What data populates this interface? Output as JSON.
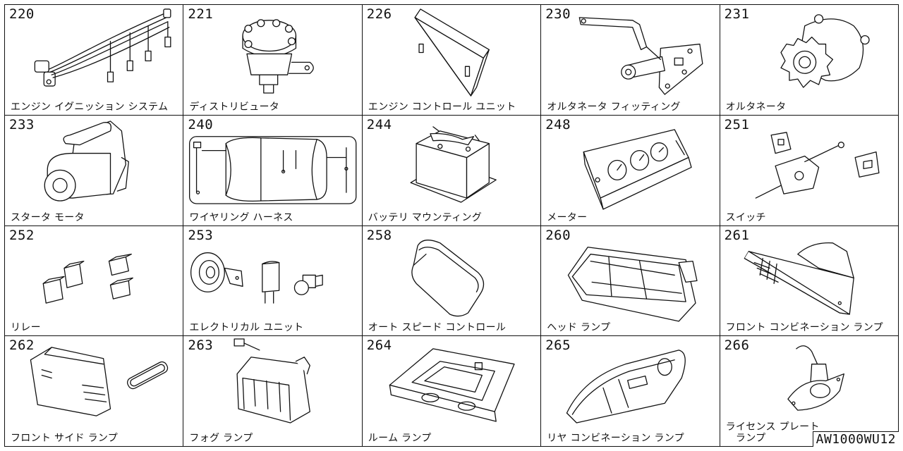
{
  "sheet_code": "AW1000WU12",
  "cells": [
    {
      "code": "220",
      "name": "エンジン イグニッション システム",
      "icon": "ignition-system-icon"
    },
    {
      "code": "221",
      "name": "ディストリビュータ",
      "icon": "distributor-icon"
    },
    {
      "code": "226",
      "name": "エンジン コントロール ユニット",
      "icon": "engine-control-unit-icon"
    },
    {
      "code": "230",
      "name": "オルタネータ フィッティング",
      "icon": "alternator-bracket-icon"
    },
    {
      "code": "231",
      "name": "オルタネータ",
      "icon": "alternator-icon"
    },
    {
      "code": "233",
      "name": "スタータ モータ",
      "icon": "starter-motor-icon"
    },
    {
      "code": "240",
      "name": "ワイヤリング ハーネス",
      "icon": "wiring-harness-icon"
    },
    {
      "code": "244",
      "name": "バッテリ マウンティング",
      "icon": "battery-icon"
    },
    {
      "code": "248",
      "name": "メーター",
      "icon": "meter-cluster-icon"
    },
    {
      "code": "251",
      "name": "スイッチ",
      "icon": "switch-icon"
    },
    {
      "code": "252",
      "name": "リレー",
      "icon": "relay-icon"
    },
    {
      "code": "253",
      "name": "エレクトリカル ユニット",
      "icon": "horn-unit-icon"
    },
    {
      "code": "258",
      "name": "オート スピード コントロール",
      "icon": "speed-control-unit-icon"
    },
    {
      "code": "260",
      "name": "ヘッド ランプ",
      "icon": "head-lamp-icon"
    },
    {
      "code": "261",
      "name": "フロント コンビネーション ランプ",
      "icon": "front-combination-lamp-icon"
    },
    {
      "code": "262",
      "name": "フロント サイド ランプ",
      "icon": "front-side-lamp-icon"
    },
    {
      "code": "263",
      "name": "フォグ ランプ",
      "icon": "fog-lamp-icon"
    },
    {
      "code": "264",
      "name": "ルーム ランプ",
      "icon": "room-lamp-icon"
    },
    {
      "code": "265",
      "name": "リヤ コンビネーション ランプ",
      "icon": "rear-combination-lamp-icon"
    },
    {
      "code": "266",
      "name": "ライセンス プレート\n　ランプ",
      "icon": "license-plate-lamp-icon"
    }
  ]
}
